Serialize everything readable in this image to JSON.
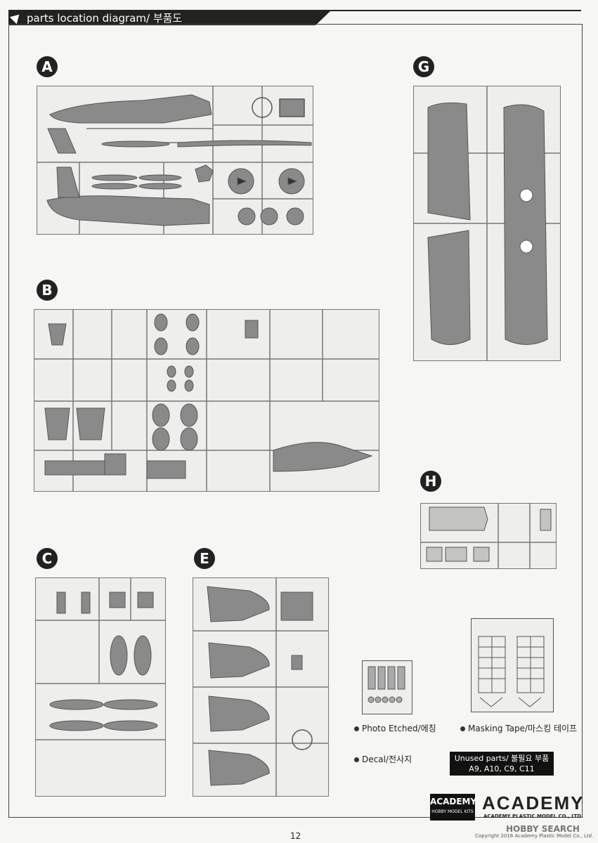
{
  "header": {
    "title": "parts location diagram/ 부품도"
  },
  "sprues": {
    "a": "A",
    "b": "B",
    "c": "C",
    "e": "E",
    "g": "G",
    "h": "H"
  },
  "legend": {
    "photo_etched": "Photo Etched/에칭",
    "masking_tape": "Masking Tape/마스킹 테이프",
    "decal": "Decal/전사지"
  },
  "unused": {
    "title": "Unused parts/ 불필요 부품",
    "parts": "A9, A10, C9, C11"
  },
  "brand": {
    "box_line1": "ACADEMY",
    "box_line2": "HOBBY MODEL KITS",
    "logo": "ACADEMY",
    "company": "ACADEMY PLASTIC MODEL CO., LTD."
  },
  "footer": {
    "page_number": "12",
    "copyright": "Copyright 2016 Academy Plastic Model Co., Ltd.",
    "watermark": "HOBBY SEARCH"
  },
  "colors": {
    "ink": "#222222",
    "part": "#8a8a8a",
    "runner": "#777777"
  }
}
